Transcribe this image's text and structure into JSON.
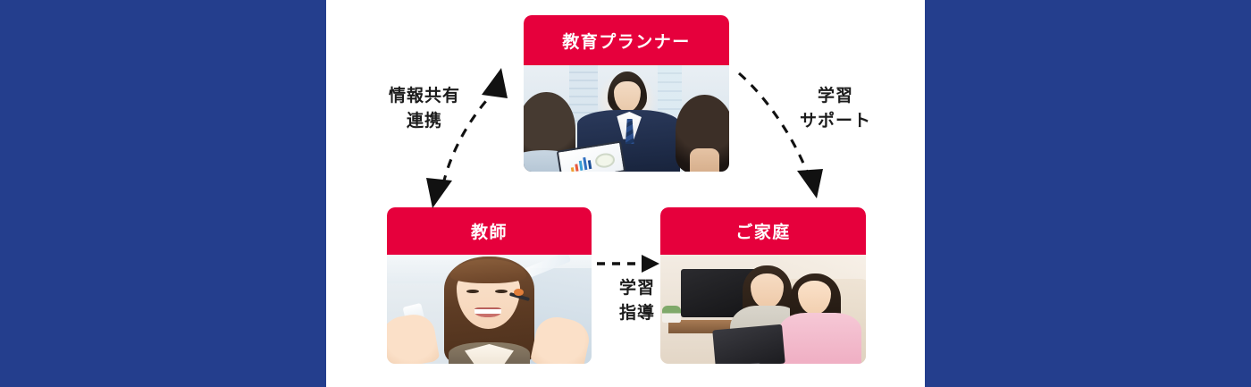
{
  "figure": {
    "type": "relationship-diagram",
    "background_color": "#243E8D",
    "panel_color": "#FFFFFF",
    "accent_color": "#E6003C",
    "text_color": "#1C1C1C"
  },
  "nodes": [
    {
      "id": "planner",
      "title": "教育プランナー",
      "photo_alt": "教育プランナーが保護者と面談している写真",
      "position": "top-center"
    },
    {
      "id": "teacher",
      "title": "教師",
      "photo_alt": "ヘッドセットを着けて笑顔で話す女性教師の写真",
      "position": "bottom-left"
    },
    {
      "id": "family",
      "title": "ご家庭",
      "photo_alt": "母親と娘がノートパソコンを見ている写真",
      "position": "bottom-right"
    }
  ],
  "connectors": [
    {
      "id": "planner-teacher",
      "from": "teacher",
      "to": "planner",
      "style": "dashed",
      "heads": "double",
      "label_lines": [
        "情報共有",
        "連携"
      ],
      "label_text": "情報共有\n連携"
    },
    {
      "id": "planner-family",
      "from": "planner",
      "to": "family",
      "style": "dashed",
      "heads": "single",
      "label_lines": [
        "学習",
        "サポート"
      ],
      "label_text": "学習\nサポート"
    },
    {
      "id": "teacher-family",
      "from": "teacher",
      "to": "family",
      "style": "dashed",
      "heads": "single",
      "label_lines": [
        "学習",
        "指導"
      ],
      "label_text": "学習\n指導"
    }
  ],
  "labels": {
    "left_line1": "情報共有",
    "left_line2": "連携",
    "right_line1": "学習",
    "right_line2": "サポート",
    "mid_line1": "学習",
    "mid_line2": "指導"
  }
}
